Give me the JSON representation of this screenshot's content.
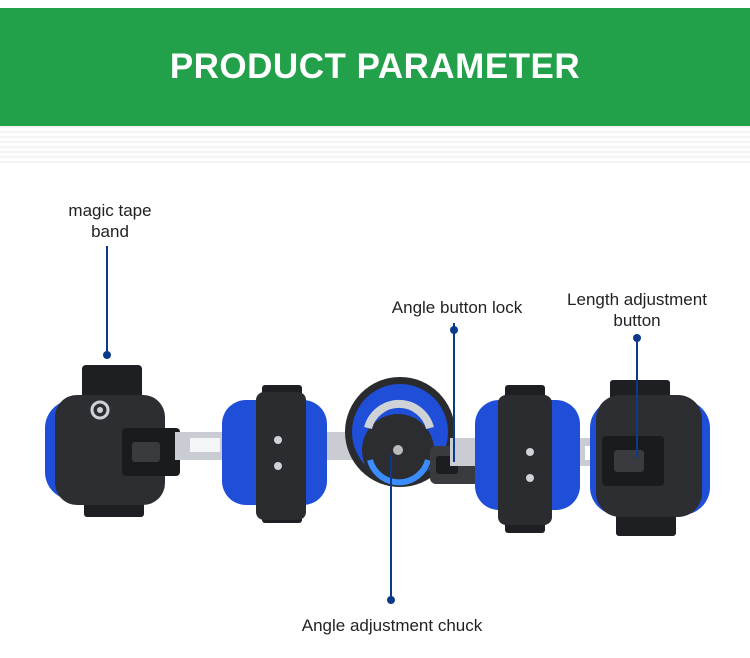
{
  "header": {
    "title": "PRODUCT PARAMETER"
  },
  "callouts": {
    "magic_tape_line1": "magic tape",
    "magic_tape_line2": "band",
    "angle_lock": "Angle button lock",
    "length_line1": "Length adjustment",
    "length_line2": "button",
    "angle_chuck": "Angle adjustment chuck"
  },
  "colors": {
    "banner": "#23a04a",
    "callout_line": "#0b3a8c",
    "pad_blue": "#1f4fd8",
    "strap_dark": "#2a2b2e",
    "bar_silver": "#c9cdd3"
  }
}
